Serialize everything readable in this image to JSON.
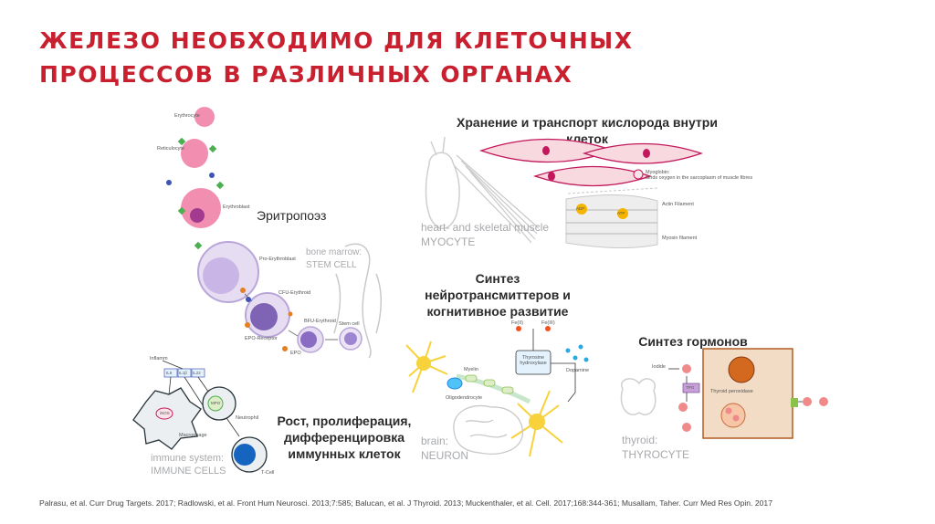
{
  "title": {
    "line1": "ЖЕЛЕЗО НЕОБХОДИМО ДЛЯ КЛЕТОЧНЫХ",
    "line2": "ПРОЦЕССОВ В  РАЗЛИЧНЫХ ОРГАНАХ"
  },
  "labels": {
    "erythropoiesis": "Эритропоэз",
    "oxygen_line1": "Хранение и транспорт кислорода внутри",
    "oxygen_line2": "клеток",
    "neuro_line1": "Синтез",
    "neuro_line2": "нейротрансмиттеров и",
    "neuro_line3": "когнитивное развитие",
    "hormones": "Синтез гормонов",
    "immune_line1": "Рост, пролиферация,",
    "immune_line2": "дифференцировка",
    "immune_line3": "иммунных клеток"
  },
  "panels": {
    "bone_marrow": {
      "line1": "bone marrow:",
      "line2": "STEM CELL"
    },
    "myocyte": {
      "line1": "heart- and skeletal muscle",
      "line2": "MYOCYTE"
    },
    "immune": {
      "line1": "immune system:",
      "line2": "IMMUNE CELLS"
    },
    "brain": {
      "line1": "brain:",
      "line2": "NEURON"
    },
    "thyroid": {
      "line1": "thyroid:",
      "line2": "THYROCYTE"
    }
  },
  "tiny": {
    "erythrocyte": "Erythrocyte",
    "reticulocyte": "Reticulocyte",
    "erythroblast": "Erythroblast",
    "pro_erythroblast": "Pro-Erythroblast",
    "cfu_erythroid": "CFU-Erythroid",
    "bfu_erythroid": "BFU-Erythroid",
    "stem_cell": "Stem cell",
    "epo_receptor": "EPO-Receptor",
    "epo": "EPO",
    "myoglobin_line1": "Myoglobin:",
    "myoglobin_line2": "binds oxygen in the sarcoplasm of muscle fibres",
    "actin": "Actin Filament",
    "myosin": "Myosin filament",
    "adp": "ADP",
    "atp": "ATP",
    "inflamm": "Inflamm",
    "il6": "IL6",
    "il1b": "IL1β",
    "il22": "IL22",
    "neutrophil": "Neutrophil",
    "macrophage": "Macrophage",
    "tcell": "T-Cell",
    "inos": "iNOS",
    "mpo": "MPO",
    "fe_ii": "Fe(II)",
    "fe_iii": "Fe(III)",
    "myelin": "Myelin",
    "oligodendrocyte": "Oligodendrocyte",
    "th_line1": "Thyrosine",
    "th_line2": "hydroxylase",
    "dopamine": "Dopamine",
    "iodide": "Iodide",
    "tpo": "TPO",
    "thyroid_peroxidase": "Thyroid peroxidase"
  },
  "footer": "Palrasu, et al. Curr Drug Targets. 2017; Radlowski, et al. Front Hum Neurosci. 2013;7:585; Balucan, et al. J Thyroid. 2013; Muckenthaler, et al. Cell. 2017;168:344-361; Musallam, Taher. Curr Med Res Opin. 2017",
  "colors": {
    "title": "#c8202e",
    "erythro_cell": "#f28fb0",
    "erythro_nucleus": "#a23b8f",
    "progenitor_nucleus": "#7f63b5",
    "muscle_cell": "#f7d9df",
    "muscle_nucleus": "#c2185b",
    "neuron_yellow": "#f7d23b",
    "dopamine_blue": "#29a9e0",
    "thyrocyte": "#f3dcc5",
    "thyroid_pink": "#f08a8a"
  }
}
